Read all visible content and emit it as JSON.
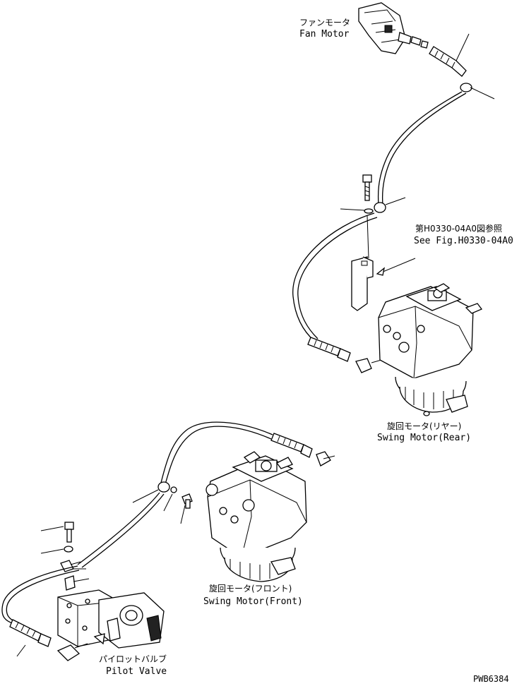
{
  "labels": {
    "fan_motor": {
      "jp": "ファンモータ",
      "en": "Fan Motor"
    },
    "see_fig": {
      "jp": "第H0330-04A0図参照",
      "en": "See Fig.H0330-04A0"
    },
    "swing_motor_rear": {
      "jp": "旋回モータ(リヤー)",
      "en": "Swing Motor(Rear)"
    },
    "swing_motor_front": {
      "jp": "旋回モータ(フロント)",
      "en": "Swing Motor(Front)"
    },
    "pilot_valve": {
      "jp": "パイロットバルブ",
      "en": "Pilot Valve"
    }
  },
  "drawing_code": "PWB6384"
}
